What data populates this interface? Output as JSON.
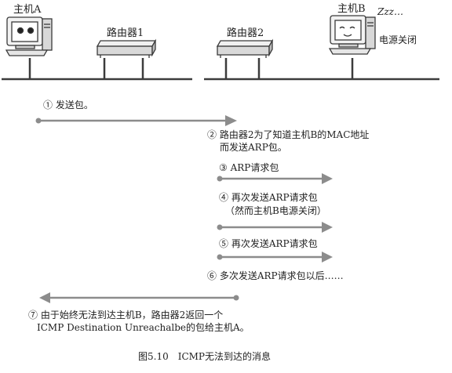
{
  "hosts": {
    "a_label": "主机A",
    "b_label": "主机B",
    "b_sleep": "Zzz…",
    "b_power": "电源关闭"
  },
  "routers": {
    "r1_label": "路由器1",
    "r2_label": "路由器2"
  },
  "steps": {
    "s1": "① 发送包。",
    "s2_line1": "② 路由器2为了知道主机B的MAC地址",
    "s2_line2": "而发送ARP包。",
    "s3": "③ ARP请求包",
    "s4_line1": "④ 再次发送ARP请求包",
    "s4_line2": "（然而主机B电源关闭）",
    "s5": "⑤ 再次发送ARP请求包",
    "s6": "⑥ 多次发送ARP请求包以后……",
    "s7_line1": "⑦ 由于始终无法到达主机B，路由器2返回一个",
    "s7_line2": "ICMP Destination Unreachalbe的包给主机A。"
  },
  "caption": "图5.10　ICMP无法到达的消息",
  "colors": {
    "network_line": "#3c3c3c",
    "arrow": "#8c8c8c",
    "device_outline": "#3a3a3a"
  }
}
